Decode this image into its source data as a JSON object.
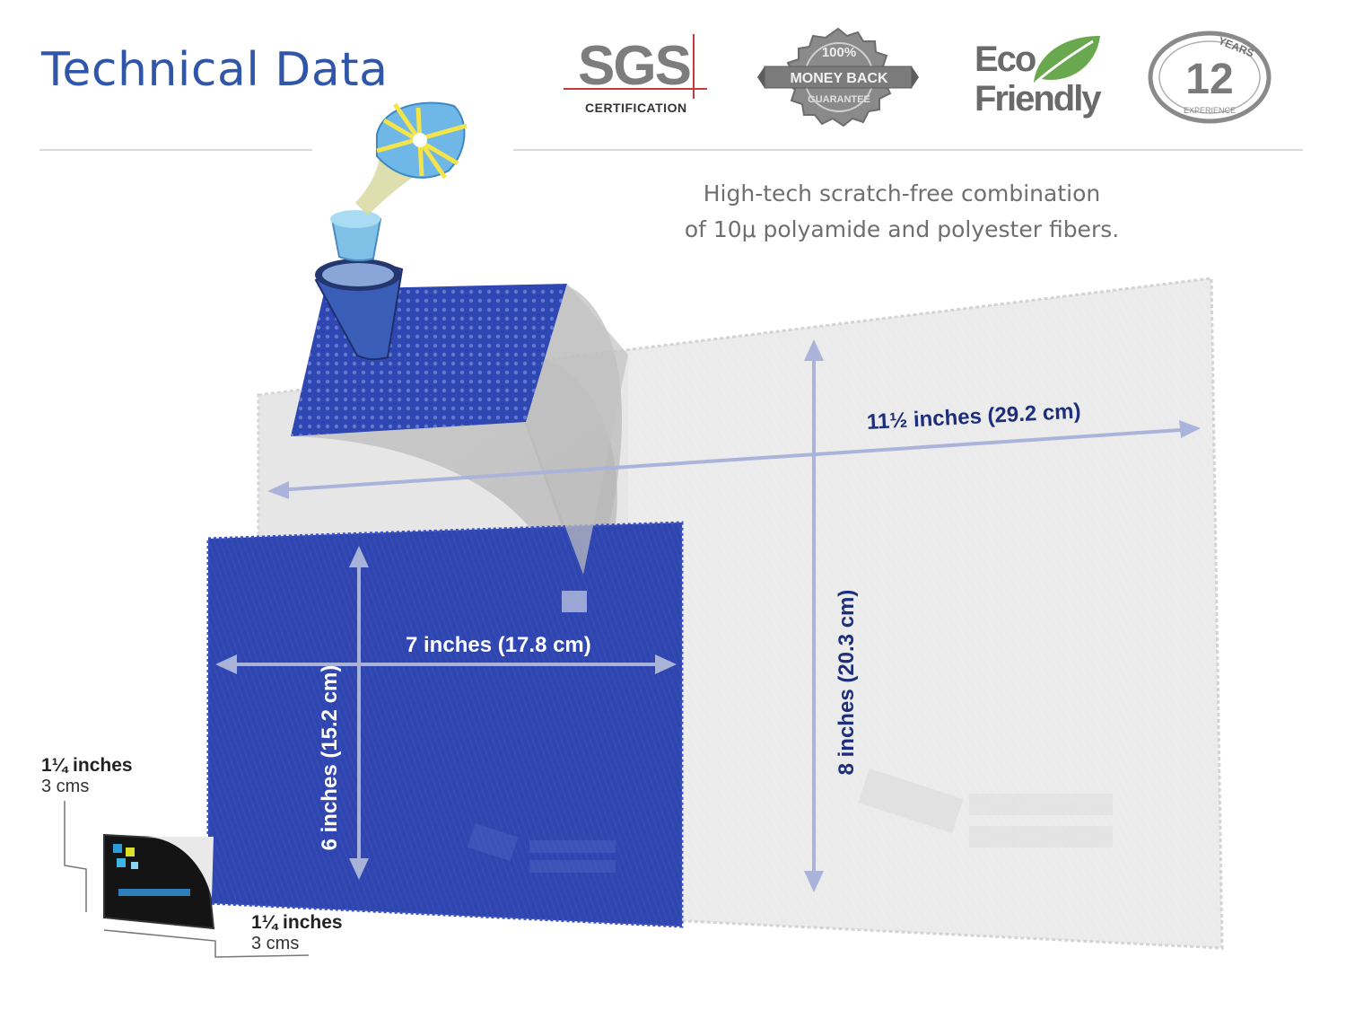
{
  "header": {
    "title": "Technical Data"
  },
  "badges": {
    "sgs": {
      "mark": "SGS",
      "caption": "CERTIFICATION"
    },
    "money_back": {
      "top": "100%",
      "middle": "MONEY BACK",
      "bottom": "GUARANTEE"
    },
    "eco": {
      "line1": "Eco",
      "line2": "Friendly",
      "icon": "leaf-icon"
    },
    "years": {
      "top": "YEARS",
      "number": "12",
      "bottom": "EXPERIENCE"
    }
  },
  "description": {
    "line1": "High-tech scratch-free combination",
    "line2": "of 10μ polyamide and polyester fibers."
  },
  "large_cloth": {
    "width_label": "11½ inches (29.2 cm)",
    "height_label": "8 inches (20.3 cm)",
    "color": "#ebebeb"
  },
  "small_cloth": {
    "width_label": "7 inches (17.8 cm)",
    "height_label": "6 inches (15.2 cm)",
    "color": "#2f45b0"
  },
  "pouch": {
    "height_in": "1¼ inches",
    "height_cm": "3 cms",
    "width_in": "1¼ inches",
    "width_cm": "3 cms"
  },
  "colors": {
    "title_blue": "#2f56a8",
    "dimension_text": "#1d2f7a",
    "arrow": "#a9b3d8"
  }
}
